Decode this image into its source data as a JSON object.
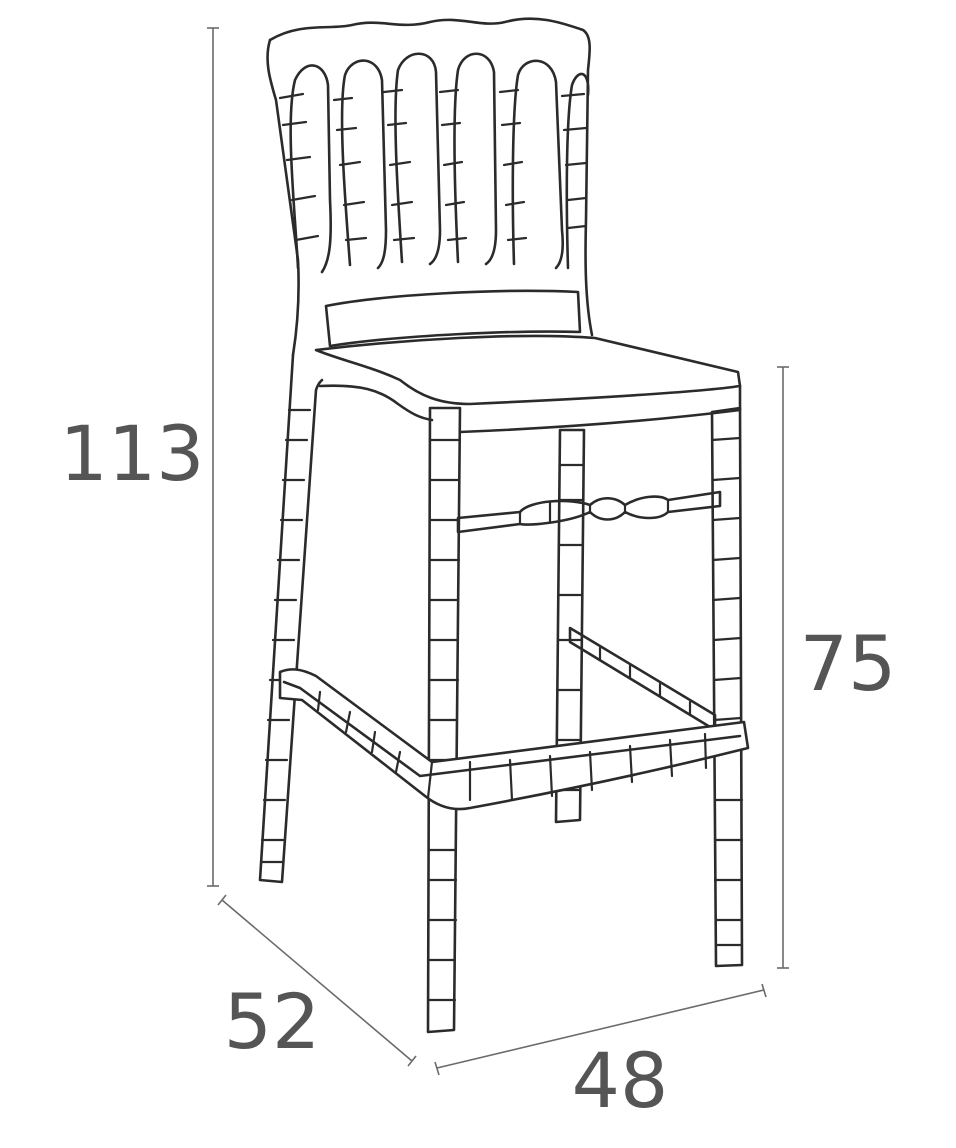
{
  "dimensions": {
    "height_total": "113",
    "seat_height": "75",
    "depth": "52",
    "width": "48"
  },
  "colors": {
    "outline": "#2b2b2b",
    "dimension_line": "#6b6b6b",
    "dimension_text": "#555555"
  }
}
